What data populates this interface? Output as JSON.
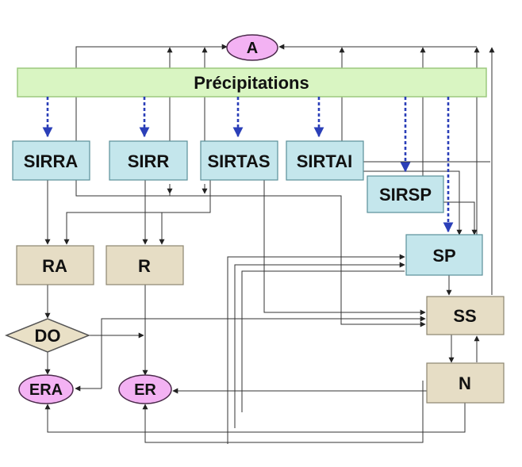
{
  "colors": {
    "band_fill": "#d9f5c2",
    "band_stroke": "#9cc87e",
    "blue_box_fill": "#c4e6ec",
    "blue_box_stroke": "#5b8f99",
    "tan_box_fill": "#e6ddc5",
    "tan_box_stroke": "#8c8570",
    "oval_fill": "#f3b2f3",
    "oval_stroke": "#4a2a4a",
    "diamond_fill": "#e9e0c6",
    "diamond_stroke": "#555555",
    "dashed_arrow": "#2b3fb8",
    "wire": "#333333"
  },
  "nodes": {
    "A": "A",
    "precipitations": "Précipitations",
    "SIRRA": "SIRRA",
    "SIRR": "SIRR",
    "SIRTAS": "SIRTAS",
    "SIRTAI": "SIRTAI",
    "SIRSP": "SIRSP",
    "SP": "SP",
    "RA": "RA",
    "R": "R",
    "SS": "SS",
    "DO": "DO",
    "N": "N",
    "ERA": "ERA",
    "ER": "ER"
  }
}
